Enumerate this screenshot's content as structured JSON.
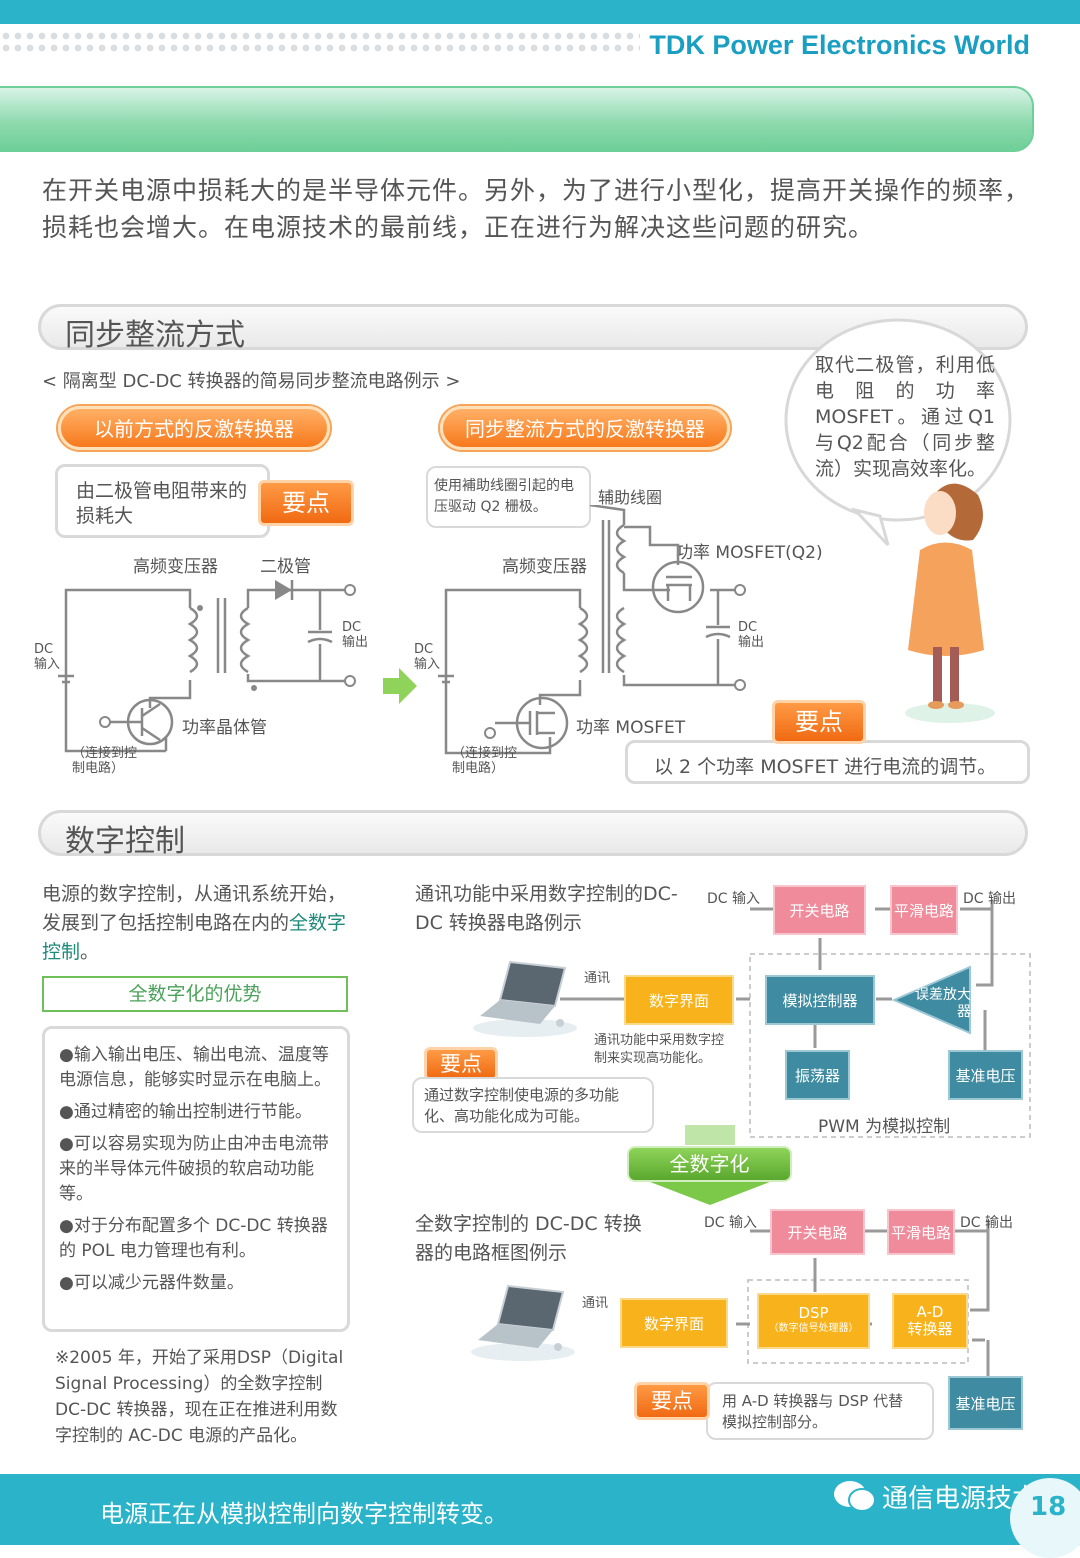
{
  "header": {
    "brand": "TDK Power Electronics World",
    "page_number": "18"
  },
  "intro": "在开关电源中损耗大的是半导体元件。另外，为了进行小型化，提高开关操作的频率，损耗也会增大。在电源技术的最前线，正在进行为解决这些问题的研究。",
  "sync": {
    "title": "同步整流方式",
    "subtitle": "< 隔离型 DC-DC 转换器的简易同步整流电路例示 >",
    "old_label": "以前方式的反激转换器",
    "new_label": "同步整流方式的反激转换器",
    "old_point_text": "由二极管电阻带来的损耗大",
    "point_tag": "要点",
    "old": {
      "transformer": "高频变压器",
      "diode": "二极管",
      "dc_in": "DC\n输入",
      "dc_out": "DC\n输出",
      "transistor": "功率晶体管",
      "control": "（连接到控\n制电路）"
    },
    "new": {
      "aux_note": "使用補助线圈引起的电压驱动 Q2 栅极。",
      "aux_coil": "辅助线圈",
      "transformer": "高频变压器",
      "q2": "功率 MOSFET(Q2)",
      "dc_in": "DC\n输入",
      "dc_out": "DC\n输出",
      "mosfet": "功率 MOSFET",
      "control": "（连接到控\n制电路）"
    },
    "new_point_text": "以 2 个功率 MOSFET 进行电流的调节。",
    "bubble": "取代二极管，利用低电阻的功率MOSFET。通过Q1与Q2配合（同步整流）实现高效率化。"
  },
  "digital": {
    "title": "数字控制",
    "lead": "电源的数字控制，从通讯系统开始，发展到了包括控制电路在内的",
    "lead_highlight": "全数字控制",
    "lead_end": "。",
    "advantage_title": "全数字化的优势",
    "advantages": [
      "●输入输出电压、输出电流、温度等电源信息，能够实时显示在电脑上。",
      "●通过精密的输出控制进行节能。",
      "●可以容易实现为防止由冲击电流带来的半导体元件破损的软启动功能等。",
      "●对于分布配置多个 DC-DC 转换器的 POL 电力管理也有利。",
      "●可以减少元器件数量。"
    ],
    "note": "※2005 年，开始了采用DSP（Digital Signal Processing）的全数字控制DC-DC 转换器，现在正在推进利用数字控制的 AC-DC 电源的产品化。",
    "diag1_title": "通讯功能中采用数字控制的DC-DC 转换器电路例示",
    "diag1": {
      "dc_in": "DC 输入",
      "dc_out": "DC 输出",
      "switch": "开关电路",
      "smooth": "平滑电路",
      "comm": "通讯",
      "interface": "数字界面",
      "analog": "模拟控制器",
      "amp": "误差放大器",
      "osc": "振荡器",
      "ref": "基准电压",
      "pwm": "PWM 为模拟控制",
      "comm_note": "通讯功能中采用数字控制来实现高功能化。"
    },
    "point1_tag": "要点",
    "point1_text": "通过数字控制使电源的多功能化、高功能化成为可能。",
    "arrow_label": "全数字化",
    "diag2_title": "全数字控制的 DC-DC 转换器的电路框图例示",
    "diag2": {
      "dc_in": "DC 输入",
      "dc_out": "DC 输出",
      "switch": "开关电路",
      "smooth": "平滑电路",
      "comm": "通讯",
      "interface": "数字界面",
      "dsp": "DSP",
      "dsp_sub": "（数字信号处理器）",
      "adc": "A-D\n转换器",
      "ref": "基准电压"
    },
    "point2_tag": "要点",
    "point2_text": "用 A-D 转换器与 DSP 代替模拟控制部分。"
  },
  "footer": {
    "text": "电源正在从模拟控制向数字控制转变。",
    "watermark": "通信电源技术"
  }
}
